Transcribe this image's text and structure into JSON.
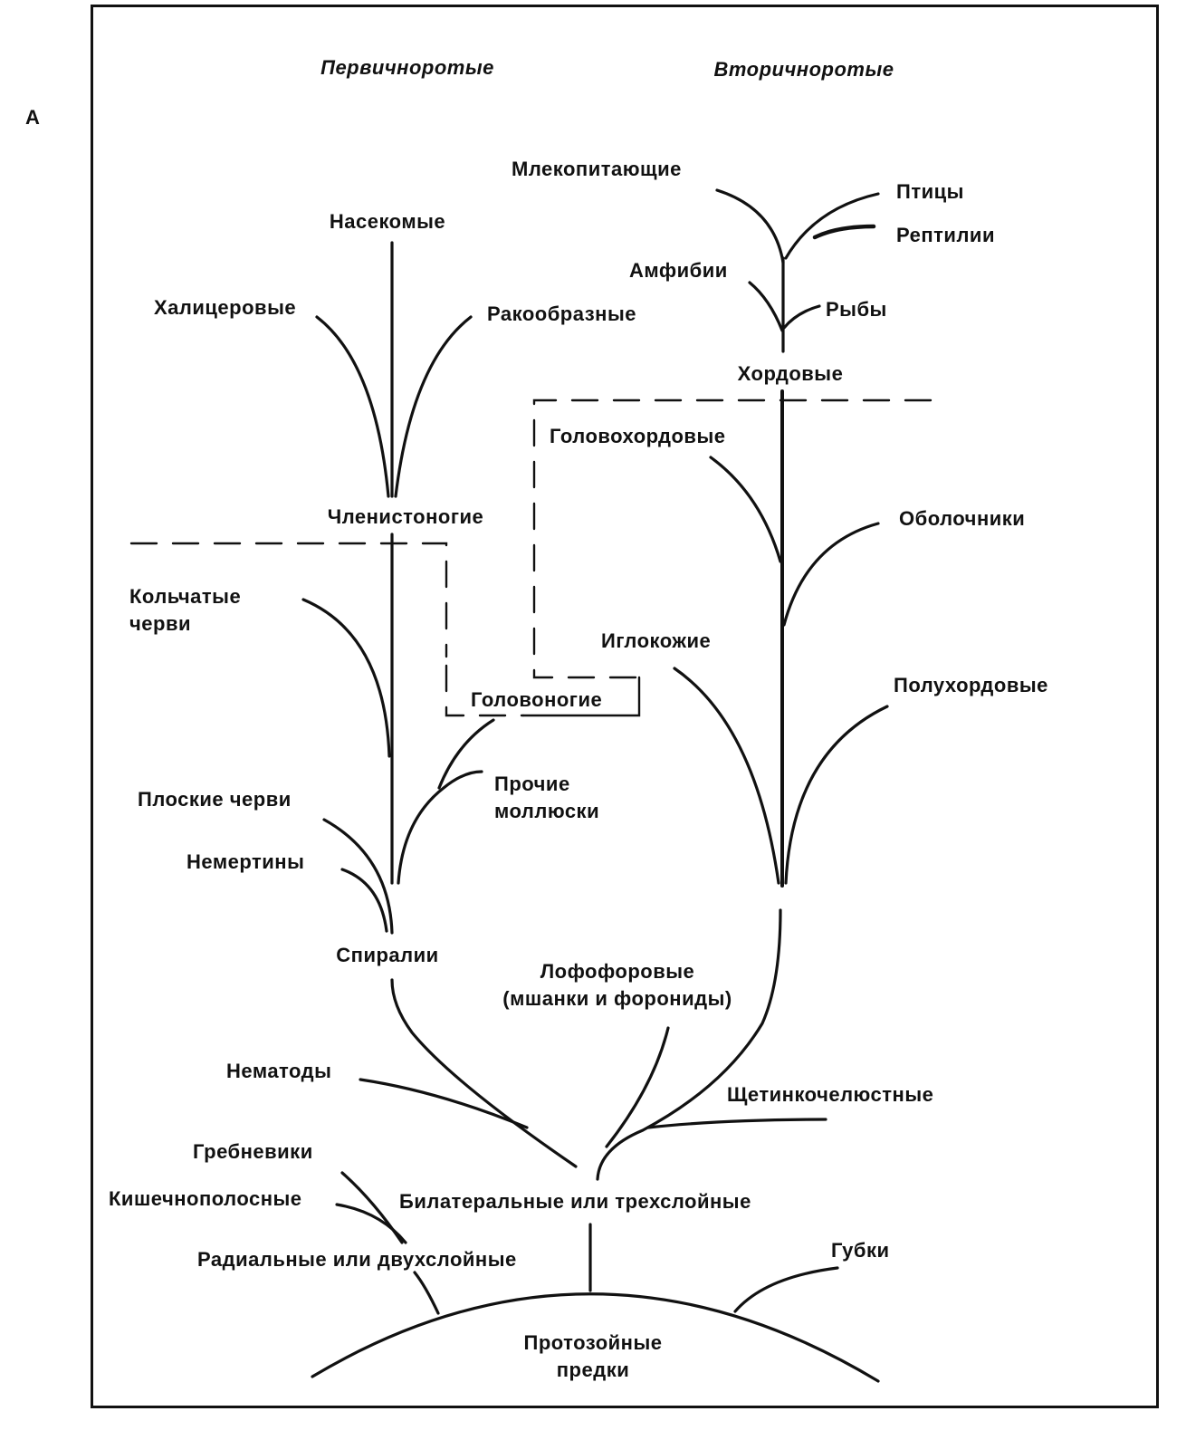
{
  "panel_letter": "А",
  "headers": {
    "protostomes": "Первичноротые",
    "deuterostomes": "Вторичноротые"
  },
  "protostome_branch": {
    "insects": "Насекомые",
    "chelicerates": "Халицеровые",
    "crustaceans": "Ракообразные",
    "arthropods": "Членистоногие",
    "annelids": "Кольчатые\nчерви",
    "cephalopods": "Головоногие",
    "other_mollusks": "Прочие\nмоллюски",
    "flatworms": "Плоские черви",
    "nemerteans": "Немертины",
    "spiralia": "Спиралии"
  },
  "deuterostome_branch": {
    "mammals": "Млекопитающие",
    "birds": "Птицы",
    "reptiles": "Рептилии",
    "amphibians": "Амфибии",
    "fishes": "Рыбы",
    "chordates": "Хордовые",
    "cephalochordates": "Головохордовые",
    "tunicates": "Оболочники",
    "echinoderms": "Иглокожие",
    "hemichordates": "Полухордовые"
  },
  "base": {
    "lophophorates": "Лофофоровые\n(мшанки и форониды)",
    "nematodes": "Нематоды",
    "chaetognaths": "Щетинкочелюстные",
    "bilateral": "Билатеральные или трехслойные",
    "ctenophores": "Гребневики",
    "coelenterates": "Кишечнополосные",
    "radial": "Радиальные или двухслойные",
    "sponges": "Губки",
    "protozoan_ancestors": "Протозойные\nпредки"
  },
  "colors": {
    "ink": "#111111",
    "background": "#ffffff"
  }
}
